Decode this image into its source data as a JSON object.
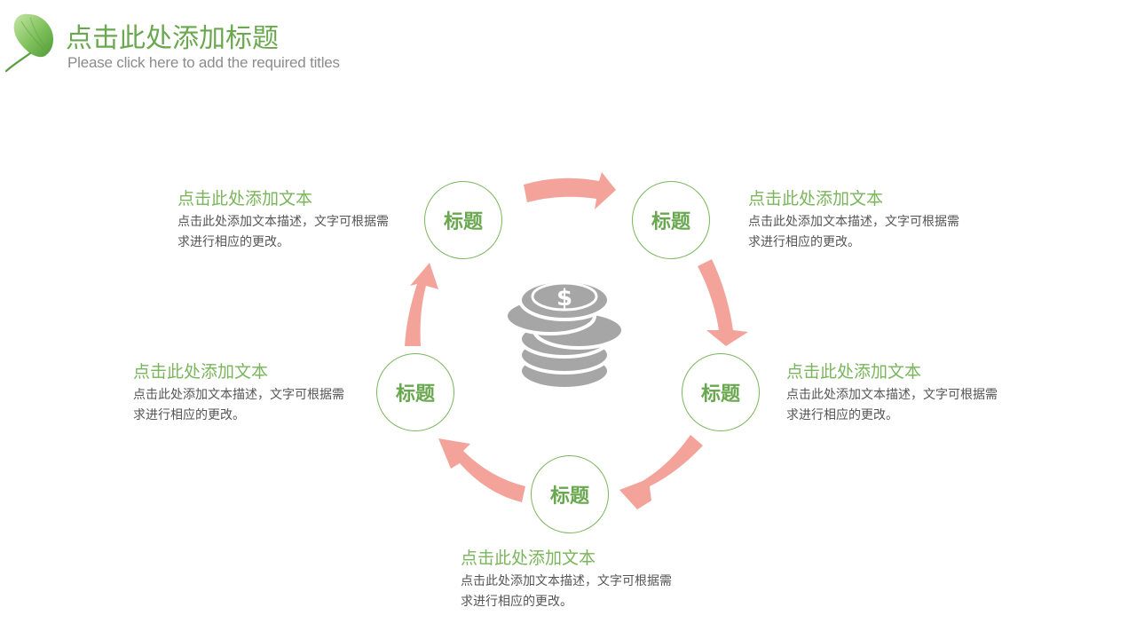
{
  "header": {
    "title": "点击此处添加标题",
    "subtitle": "Please click here to add the required titles",
    "logo_icon": "ginkgo-leaf-icon"
  },
  "center_icon": "coin-stack-icon",
  "colors": {
    "accent_green": "#6aa84f",
    "arrow_pink": "#f4a39a",
    "coin_gray": "#a6a6a6"
  },
  "cycle": {
    "nodes": [
      {
        "label": "标题"
      },
      {
        "label": "标题"
      },
      {
        "label": "标题"
      },
      {
        "label": "标题"
      },
      {
        "label": "标题"
      }
    ],
    "descriptions": [
      {
        "heading": "点击此处添加文本",
        "body": "点击此处添加文本描述，文字可根据需求进行相应的更改。"
      },
      {
        "heading": "点击此处添加文本",
        "body": "点击此处添加文本描述，文字可根据需求进行相应的更改。"
      },
      {
        "heading": "点击此处添加文本",
        "body": "点击此处添加文本描述，文字可根据需求进行相应的更改。"
      },
      {
        "heading": "点击此处添加文本",
        "body": "点击此处添加文本描述，文字可根据需求进行相应的更改。"
      },
      {
        "heading": "点击此处添加文本",
        "body": "点击此处添加文本描述，文字可根据需求进行相应的更改。"
      }
    ]
  }
}
